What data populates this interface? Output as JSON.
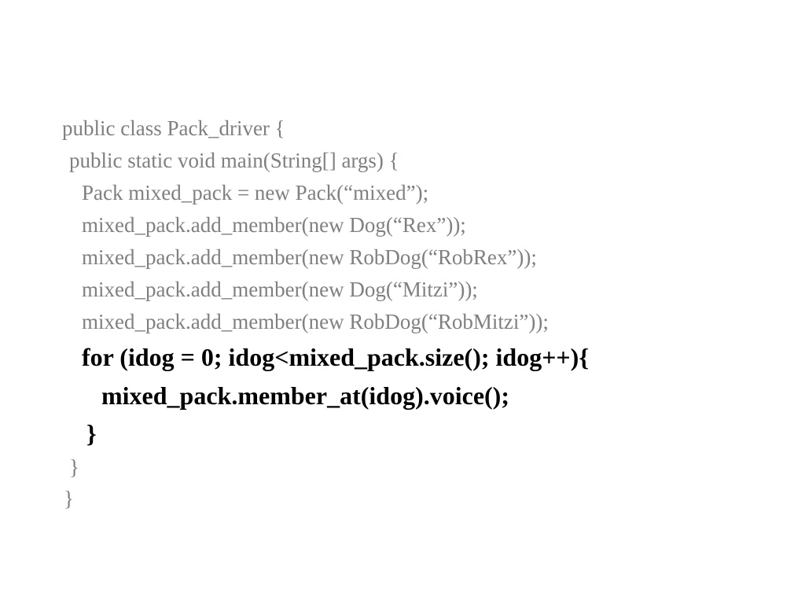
{
  "code": {
    "lines": [
      {
        "text": "public class Pack_driver {",
        "bold": false
      },
      {
        "text": "public static void main(String[] args) {",
        "bold": false
      },
      {
        "text": "Pack mixed_pack = new Pack(“mixed”);",
        "bold": false
      },
      {
        "text": "mixed_pack.add_member(new Dog(“Rex”));",
        "bold": false
      },
      {
        "text": "mixed_pack.add_member(new RobDog(“RobRex”));",
        "bold": false
      },
      {
        "text": "mixed_pack.add_member(new Dog(“Mitzi”));",
        "bold": false
      },
      {
        "text": "mixed_pack.add_member(new RobDog(“RobMitzi”));",
        "bold": false
      },
      {
        "text": "for (idog = 0; idog<mixed_pack.size(); idog++){",
        "bold": true
      },
      {
        "text": "mixed_pack.member_at(idog).voice();",
        "bold": true
      },
      {
        "text": "}",
        "bold": true
      },
      {
        "text": "}",
        "bold": false
      },
      {
        "text": "}",
        "bold": false
      }
    ]
  },
  "colors": {
    "normal_text": "#808080",
    "highlight_text": "#000000",
    "background": "#ffffff"
  }
}
